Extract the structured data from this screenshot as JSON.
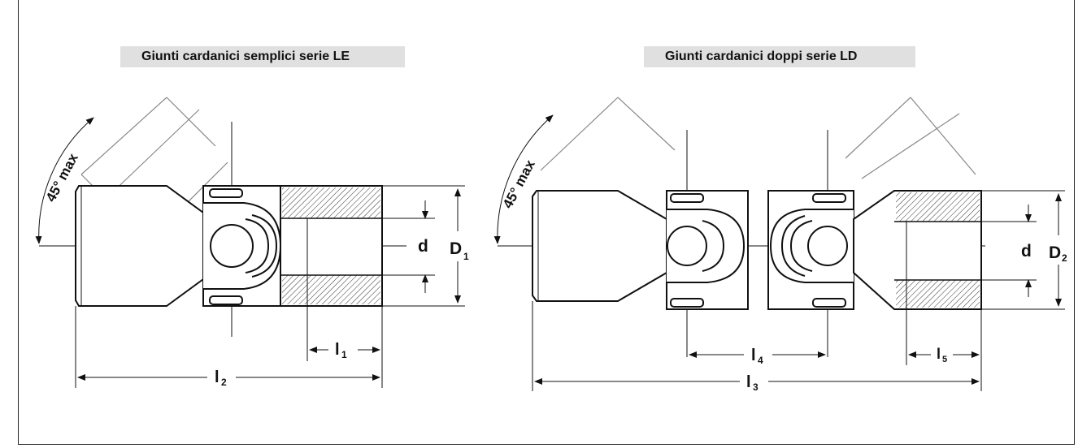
{
  "titles": {
    "single": "Giunti cardanici semplici serie LE",
    "double": "Giunti cardanici doppi serie LD"
  },
  "single_joint": {
    "angle": "45° max",
    "d": "d",
    "D": "D",
    "D_sub": "1",
    "l1": "l",
    "l1_sub": "1",
    "l2": "l",
    "l2_sub": "2"
  },
  "double_joint": {
    "angle": "45° max",
    "d": "d",
    "D": "D",
    "D_sub": "2",
    "l3": "l",
    "l3_sub": "3",
    "l4": "l",
    "l4_sub": "4",
    "l5": "l",
    "l5_sub": "5"
  }
}
